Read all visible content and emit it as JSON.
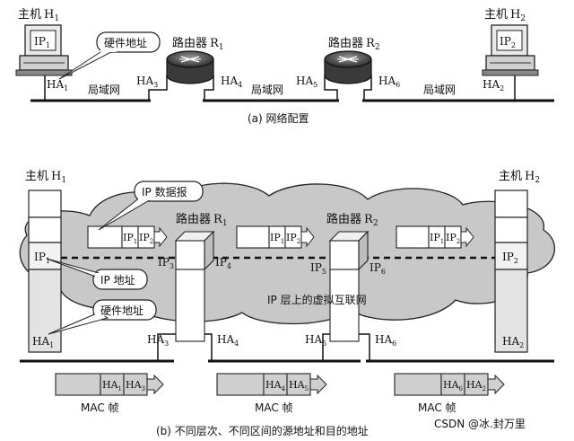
{
  "part_a": {
    "host1": {
      "title_main": "主机",
      "title_sub_h": "H",
      "title_sub": "1",
      "ip_main": "IP",
      "ip_sub": "1",
      "ha_main": "HA",
      "ha_sub": "1"
    },
    "host2": {
      "title_main": "主机",
      "title_sub_h": "H",
      "title_sub": "2",
      "ip_main": "IP",
      "ip_sub": "2",
      "ha_main": "HA",
      "ha_sub": "2"
    },
    "router1": {
      "title_main": "路由器",
      "title_r": "R",
      "title_sub": "1"
    },
    "router2": {
      "title_main": "路由器",
      "title_r": "R",
      "title_sub": "2"
    },
    "hardware_address_callout": "硬件地址",
    "ha3": {
      "main": "HA",
      "sub": "3"
    },
    "ha4": {
      "main": "HA",
      "sub": "4"
    },
    "ha5": {
      "main": "HA",
      "sub": "5"
    },
    "ha6": {
      "main": "HA",
      "sub": "6"
    },
    "lan_labels": [
      "局域网",
      "局域网",
      "局域网"
    ],
    "caption": "(a) 网络配置"
  },
  "part_b": {
    "host1": {
      "title_main": "主机",
      "title_h": "H",
      "title_sub": "1",
      "ip_main": "IP",
      "ip_sub": "1",
      "ha_main": "HA",
      "ha_sub": "1"
    },
    "host2": {
      "title_main": "主机",
      "title_h": "H",
      "title_sub": "2",
      "ip_main": "IP",
      "ip_sub": "2",
      "ha_main": "HA",
      "ha_sub": "2"
    },
    "router1": {
      "title_main": "路由器",
      "title_r": "R",
      "title_sub": "1"
    },
    "router2": {
      "title_main": "路由器",
      "title_r": "R",
      "title_sub": "2"
    },
    "ip_datagram_callout": "IP 数据报",
    "ip_address_callout": "IP 地址",
    "hardware_address_callout": "硬件地址",
    "cloud_label": "IP 层上的虚拟互联网",
    "ip3": {
      "main": "IP",
      "sub": "3"
    },
    "ip4": {
      "main": "IP",
      "sub": "4"
    },
    "ip5": {
      "main": "IP",
      "sub": "5"
    },
    "ip6": {
      "main": "IP",
      "sub": "6"
    },
    "ha3": {
      "main": "HA",
      "sub": "3"
    },
    "ha4": {
      "main": "HA",
      "sub": "4"
    },
    "ha5": {
      "main": "HA",
      "sub": "5"
    },
    "ha6": {
      "main": "HA",
      "sub": "6"
    },
    "datagram_fields": {
      "a_main": "IP",
      "a_sub": "1",
      "b_main": "IP",
      "b_sub": "2"
    },
    "mac_frames": [
      {
        "f1_main": "HA",
        "f1_sub": "1",
        "f2_main": "HA",
        "f2_sub": "3",
        "label": "MAC 帧"
      },
      {
        "f1_main": "HA",
        "f1_sub": "4",
        "f2_main": "HA",
        "f2_sub": "5",
        "label": "MAC 帧"
      },
      {
        "f1_main": "HA",
        "f1_sub": "6",
        "f2_main": "HA",
        "f2_sub": "2",
        "label": "MAC 帧"
      }
    ],
    "caption": "(b) 不同层次、不同区间的源地址和目的地址"
  },
  "watermark": "CSDN @冰.封万里"
}
